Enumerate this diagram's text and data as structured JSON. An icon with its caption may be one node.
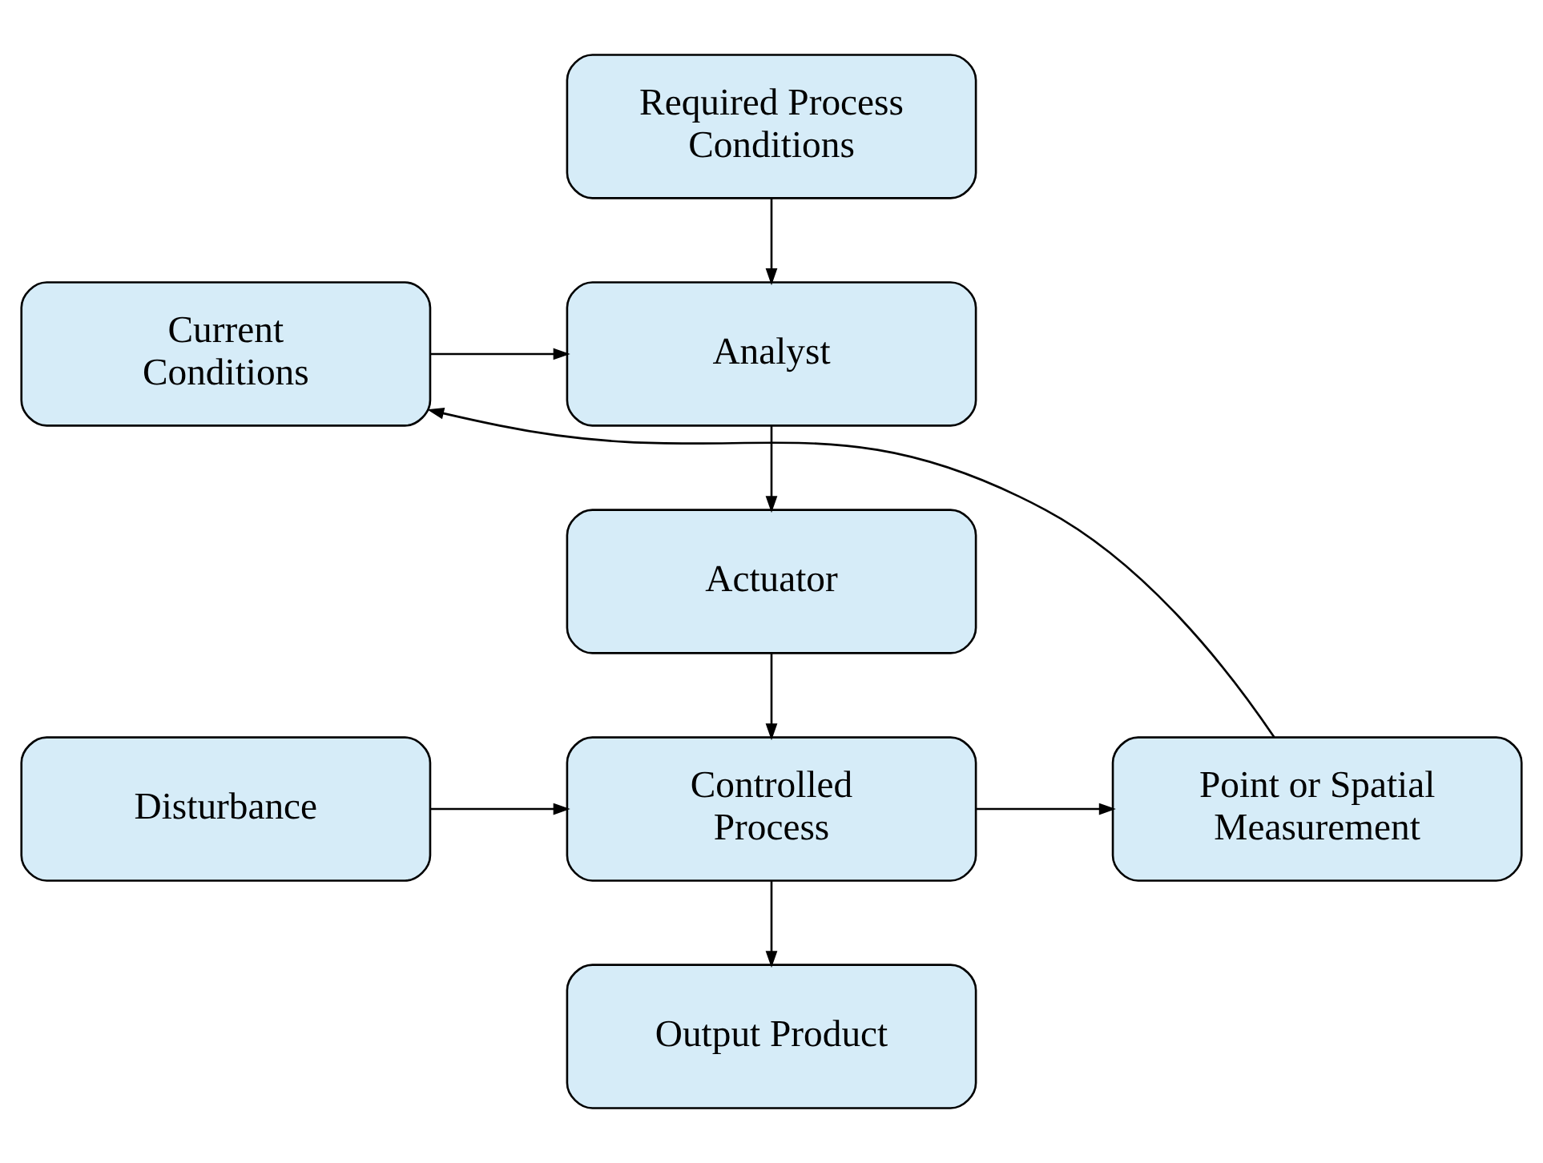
{
  "diagram": {
    "nodes": [
      {
        "text": [
          "Required Process Conditions"
        ]
      },
      {
        "text": [
          "Analyst"
        ]
      },
      {
        "text": [
          "Current Conditions"
        ]
      },
      {
        "text": [
          "Actuator"
        ]
      },
      {
        "text": [
          "Disturbance"
        ]
      },
      {
        "text": [
          "Controlled Process"
        ]
      },
      {
        "text": [
          "Point or Spatial Measurement"
        ]
      },
      {
        "text": [
          "Output Product"
        ]
      }
    ],
    "edges": [
      {
        "from": 0,
        "to": 1,
        "arrow": "to"
      },
      {
        "from": 2,
        "to": 1,
        "arrow": "to"
      },
      {
        "from": 1,
        "to": 3,
        "arrow": "to"
      },
      {
        "from": 3,
        "to": 5,
        "arrow": "to"
      },
      {
        "from": 4,
        "to": 5,
        "arrow": "to"
      },
      {
        "from": 5,
        "to": 6,
        "arrow": "to"
      },
      {
        "from": 6,
        "to": 2,
        "arrow": "to"
      },
      {
        "from": 5,
        "to": 7,
        "arrow": "to"
      }
    ]
  }
}
